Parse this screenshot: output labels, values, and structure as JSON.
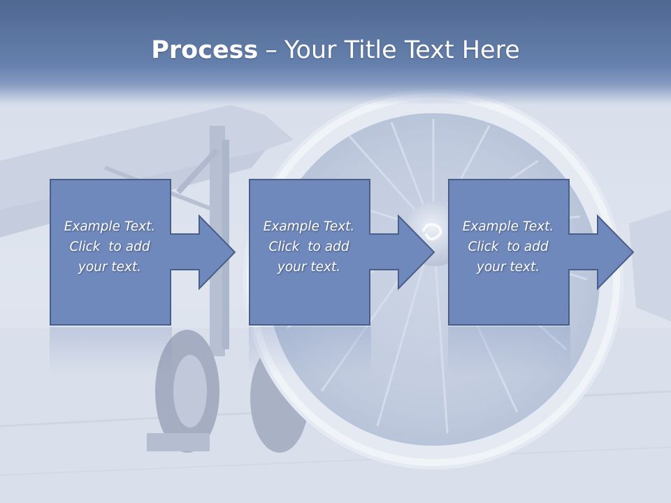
{
  "slide": {
    "title_bold": "Process",
    "title_separator": "–",
    "title_rest": "Your Title Text Here"
  },
  "steps": [
    {
      "line1": "Example Text.",
      "line2": "Click  to add",
      "line3": "your text."
    },
    {
      "line1": "Example Text.",
      "line2": "Click  to add",
      "line3": "your text."
    },
    {
      "line1": "Example Text.",
      "line2": "Click  to add",
      "line3": "your text."
    }
  ],
  "colors": {
    "title_bar": "#5a75a2",
    "shape_fill": "#7089bc",
    "shape_stroke": "#4a5f87",
    "text": "#ffffff"
  },
  "icons": {
    "background": "jet-engine-photo",
    "step_shape": "arrow-callout-right"
  }
}
